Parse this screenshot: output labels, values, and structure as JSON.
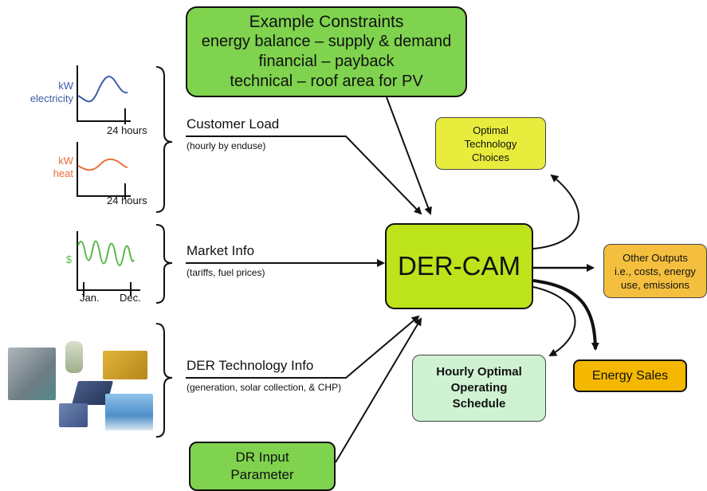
{
  "constraints": {
    "title": "Example Constraints",
    "lines": [
      "energy balance – supply & demand",
      "financial – payback",
      "technical – roof area for PV"
    ]
  },
  "center": {
    "label": "DER-CAM"
  },
  "inputs": {
    "customer_load": {
      "title": "Customer Load",
      "sub": "(hourly by enduse)"
    },
    "market_info": {
      "title": "Market Info",
      "sub": "(tariffs, fuel prices)"
    },
    "der_tech": {
      "title": "DER Technology Info",
      "sub": "(generation, solar collection, & CHP)"
    },
    "dr_input": {
      "line1": "DR Input",
      "line2": "Parameter"
    }
  },
  "outputs": {
    "optimal_tech": {
      "line1": "Optimal",
      "line2": "Technology",
      "line3": "Choices"
    },
    "other_outputs": {
      "line1": "Other Outputs",
      "line2": "i.e., costs, energy",
      "line3": "use, emissions"
    },
    "hourly_schedule": {
      "line1": "Hourly Optimal",
      "line2": "Operating",
      "line3": "Schedule"
    },
    "energy_sales": {
      "label": "Energy Sales"
    }
  },
  "graphs": {
    "electricity": {
      "unit": "kW",
      "label": "electricity",
      "x_label": "24 hours",
      "color": "#3b5ea8"
    },
    "heat": {
      "unit": "kW",
      "label": "heat",
      "x_label": "24 hours",
      "color": "#e8703a"
    },
    "price": {
      "unit": "$",
      "x_start": "Jan.",
      "x_end": "Dec.",
      "color": "#5cb84a"
    }
  },
  "colors": {
    "constraints": "#7fd34e",
    "dercam": "#bde31a",
    "optimal_tech": "#e8ec3c",
    "other_outputs": "#f4bf3e",
    "hourly": "#cff3d2",
    "energy_sales": "#f5b800"
  }
}
